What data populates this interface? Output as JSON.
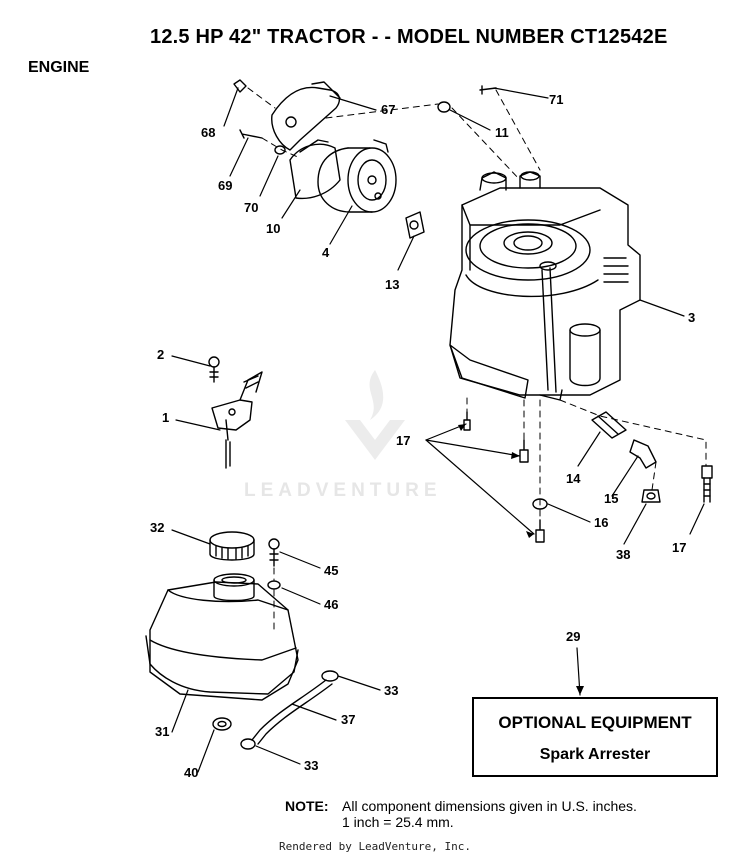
{
  "title": "12.5 HP 42\" TRACTOR - - MODEL NUMBER CT12542E",
  "section": "ENGINE",
  "watermark": "LEADVENTURE",
  "callouts": {
    "c67": "67",
    "c68": "68",
    "c71": "71",
    "c11": "11",
    "c69": "69",
    "c70": "70",
    "c10": "10",
    "c4": "4",
    "c13": "13",
    "c3": "3",
    "c2": "2",
    "c1": "1",
    "c17a": "17",
    "c14": "14",
    "c15": "15",
    "c16": "16",
    "c38": "38",
    "c17b": "17",
    "c32": "32",
    "c45": "45",
    "c46": "46",
    "c29": "29",
    "c33a": "33",
    "c37": "37",
    "c31": "31",
    "c40": "40",
    "c33b": "33"
  },
  "optional": {
    "line1": "OPTIONAL EQUIPMENT",
    "line2": "Spark Arrester"
  },
  "note": {
    "label": "NOTE:",
    "line1": "All component dimensions given in U.S. inches.",
    "line2": "1 inch = 25.4 mm."
  },
  "rendered_by": "Rendered by LeadVenture, Inc."
}
